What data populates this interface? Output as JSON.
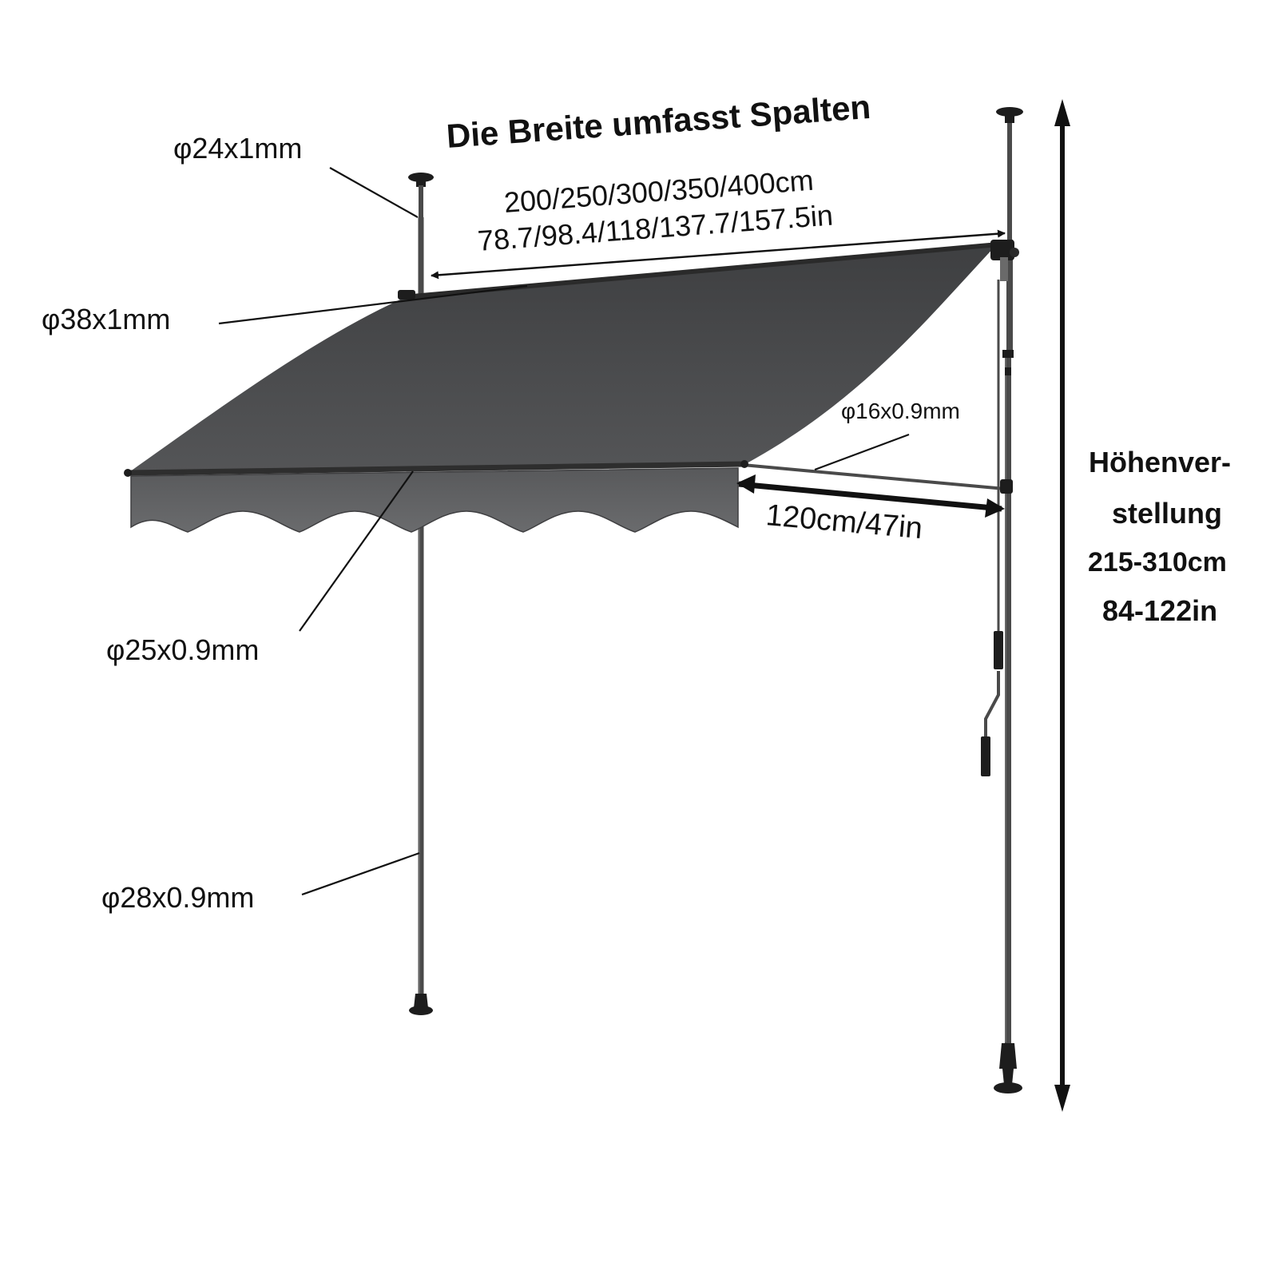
{
  "title": "Die Breite umfasst Spalten",
  "width_spec": {
    "cm": "200/250/300/350/400cm",
    "in": "78.7/98.4/118/137.7/157.5in"
  },
  "projection_spec": "120cm/47in",
  "height_spec": {
    "line1": "Höhenver-",
    "line2": "stellung",
    "cm": "215-310cm",
    "in": "84-122in"
  },
  "tube_labels": {
    "top_pole": "φ24x1mm",
    "roller_tube": "φ38x1mm",
    "support_arm": "φ16x0.9mm",
    "front_bar": "φ25x0.9mm",
    "bottom_pole": "φ28x0.9mm"
  },
  "colors": {
    "fabric": "#4e4f51",
    "valance": "#5f6062",
    "frame": "#4a4a4a",
    "ink": "#111111"
  }
}
